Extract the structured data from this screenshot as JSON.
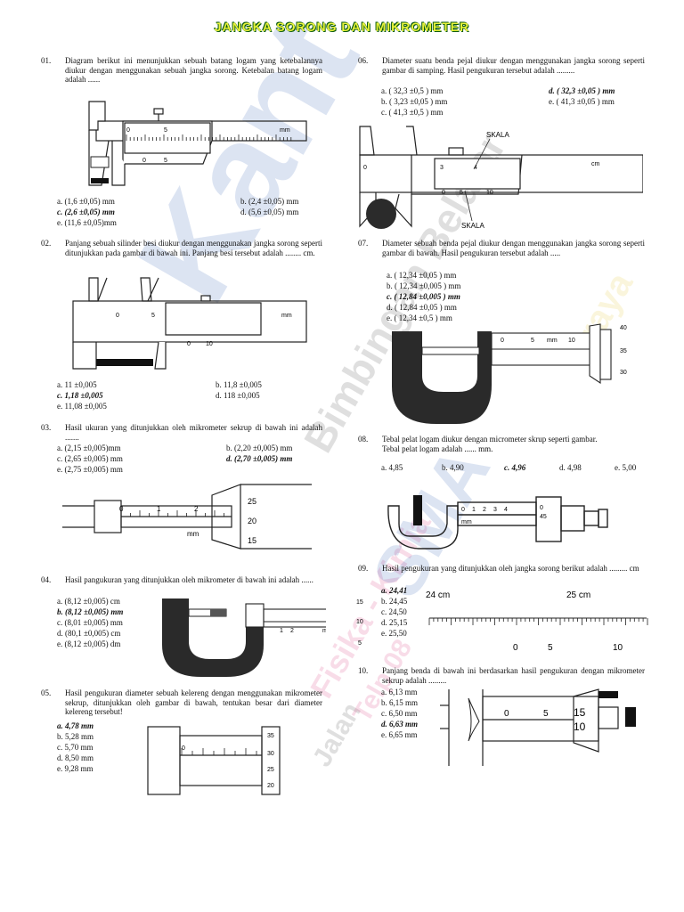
{
  "title": "JANGKA SORONG DAN MIKROMETER",
  "watermark": {
    "brand": "Kant",
    "sub": "Bimbingan Belajar",
    "subjects": "Fisika - Kimia",
    "sma": "SMA",
    "city": "raya",
    "addr": "Jalan",
    "telp": "Telp 08"
  },
  "questions": [
    {
      "no": "01.",
      "text": "Diagram berikut ini menunjukkan sebuah batang logam yang ketebalannya diukur dengan menggunakan sebuah jangka sorong. Ketebalan batang logam adalah ......",
      "options": [
        "a. (1,6 ±0,05) mm",
        "b. (2,4 ±0,05) mm",
        "c. (2,6 ±0,05) mm",
        "d. (5,6 ±0,05) mm",
        "e. (11,6 ±0,05)mm"
      ],
      "fig": {
        "main_0": "0",
        "main_5": "5",
        "unit": "mm",
        "ver_0": "0",
        "ver_5": "5"
      }
    },
    {
      "no": "02.",
      "text": "Panjang sebuah silinder besi diukur dengan menggunakan jangka sorong seperti ditunjukkan pada gambar di bawah ini. Panjang besi tersebut adalah ........ cm.",
      "options": [
        "a. 11 ±0,005",
        "b. 11,8 ±0,005",
        "c. 1,18 ±0,005",
        "d. 118 ±0,005",
        "e. 11,08 ±0,005"
      ],
      "fig": {
        "main_0": "0",
        "main_5": "5",
        "unit": "mm",
        "ver_0": "0",
        "ver_10": "10"
      }
    },
    {
      "no": "03.",
      "text": "Hasil ukuran yang ditunjukkan oleh mikrometer sekrup di bawah ini adalah .......",
      "options": [
        "a. (2,15 ±0,005)mm",
        "b. (2,20 ±0,005) mm",
        "c. (2,65 ±0,005) mm",
        "d. (2,70 ±0,005) mm",
        "e. (2,75 ±0,005) mm"
      ],
      "fig": {
        "s0": "0",
        "s1": "1",
        "s2": "2",
        "unit": "mm",
        "t25": "25",
        "t20": "20",
        "t15": "15"
      }
    },
    {
      "no": "04.",
      "text": "Hasil pangukuran yang ditunjukkan oleh mikrometer di bawah ini adalah ......",
      "options": [
        "a. (8,12 ±0,005) cm",
        "b. (8,12 ±0,005) mm",
        "c. (8,01 ±0,005) mm",
        "d. (80,1 ±0,005) cm",
        "e. (8,12 ±0,005) dm"
      ],
      "fig": {
        "s1": "1",
        "s2": "2",
        "unit": "mm",
        "t15": "15",
        "t10": "10",
        "t5": "5"
      }
    },
    {
      "no": "05.",
      "text": "Hasil pengukuran diameter sebuah kelereng dengan menggunakan mikrometer sekrup, ditunjukkan oleh gambar di bawah, tentukan besar dari diameter kelereng tersebut!",
      "options": [
        "a. 4,78 mm",
        "b. 5,28 mm",
        "c. 5,70 mm",
        "d. 8,50 mm",
        "e. 9,28 mm"
      ],
      "fig": {
        "s0": "0",
        "t35": "35",
        "t30": "30",
        "t25": "25",
        "t20": "20"
      }
    },
    {
      "no": "06.",
      "text": "Diameter suatu benda pejal diukur dengan menggunakan jangka sorong seperti gambar di samping. Hasil pengukuran tersebut adalah .........",
      "options": [
        "a. ( 32,3 ±0,5 ) mm",
        "d. ( 32,3 ±0,05 ) mm",
        "b. ( 3,23 ±0,05 ) mm",
        "e. ( 41,3 ±0,05 ) mm",
        "c. ( 41,3 ±0,5 ) mm"
      ],
      "fig": {
        "skala_top": "SKALA",
        "skala_bottom": "SKALA",
        "m0": "0",
        "m3": "3",
        "m4": "4",
        "unit": "cm",
        "v0": "0",
        "v5": "5",
        "v10": "10"
      }
    },
    {
      "no": "07.",
      "text": "Diameter sebuah benda pejal diukur dengan menggunakan jangka sorong seperti gambar di bawah. Hasil pengukuran tersebut adalah .....",
      "options": [
        "a. ( 12,34 ±0,05 ) mm",
        "b. ( 12,34 ±0,005 ) mm",
        "c. ( 12,84 ±0,005 ) mm",
        "d. ( 12,84 ±0,05 ) mm",
        "e. ( 12,34 ±0,5 ) mm"
      ],
      "fig": {
        "s0": "0",
        "s5": "5",
        "unit": "mm",
        "s10": "10",
        "t40": "40",
        "t35": "35",
        "t30": "30"
      }
    },
    {
      "no": "08.",
      "text": "Tebal pelat logam diukur dengan micrometer skrup seperti gambar.",
      "text2": "Tebal pelat logam adalah ...... mm.",
      "options": [
        "a. 4,85",
        "b. 4,90",
        "c. 4,96",
        "d. 4,98",
        "e. 5,00"
      ],
      "fig": {
        "s0": "0",
        "s1": "1",
        "s2": "2",
        "s3": "3",
        "s4": "4",
        "unit": "mm",
        "t0": "0",
        "t45": "45"
      }
    },
    {
      "no": "09.",
      "text": "Hasil pengukuran yang ditunjukkan oleh jangka sorong berikut adalah ......... cm",
      "options": [
        "a. 24,41",
        "b. 24,45",
        "c. 24,50",
        "d. 25,15",
        "e. 25,50"
      ],
      "fig": {
        "m24": "24 cm",
        "m25": "25 cm",
        "v0": "0",
        "v5": "5",
        "v10": "10"
      }
    },
    {
      "no": "10.",
      "text": "Panjang benda di bawah ini berdasarkan hasil pengukuran dengan mikrometer sekrup adalah .........",
      "options": [
        "a. 6,13 mm",
        "b. 6,15 mm",
        "c. 6,50 mm",
        "d. 6,63 mm",
        "e. 6,65 mm"
      ],
      "fig": {
        "s0": "0",
        "s5": "5",
        "t15": "15",
        "t10": "10"
      }
    }
  ]
}
